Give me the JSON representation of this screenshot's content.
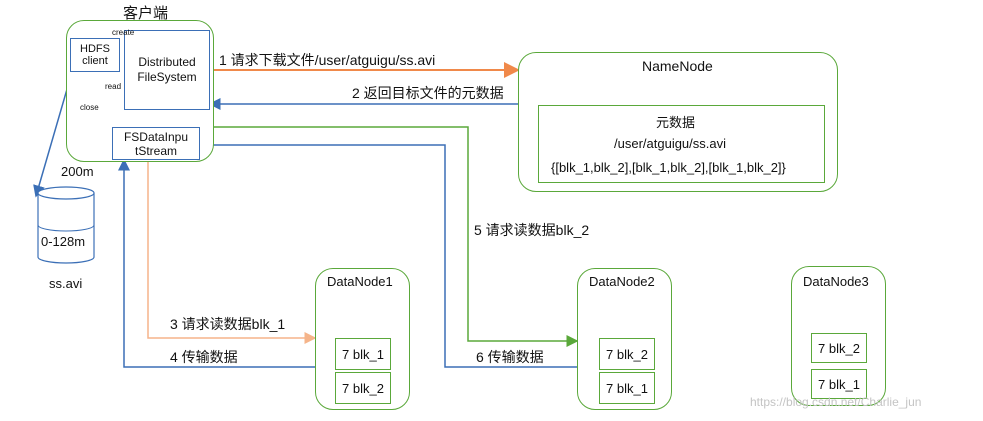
{
  "client": {
    "title": "客户端",
    "hdfs_client": "HDFS\nclient",
    "distributed_fs": "Distributed\nFileSystem",
    "fs_input_stream": "FSDataInpu\ntStream",
    "label_create": "create",
    "label_read": "read",
    "label_close": "close"
  },
  "file": {
    "size": "200m",
    "range": "0-128m",
    "name": "ss.avi"
  },
  "namenode": {
    "title": "NameNode",
    "meta_title": "元数据",
    "meta_path": "/user/atguigu/ss.avi",
    "meta_blocks": "{[blk_1,blk_2],[blk_1,blk_2],[blk_1,blk_2]}"
  },
  "datanodes": [
    {
      "title": "DataNode1",
      "blocks": [
        "7 blk_1",
        "7 blk_2"
      ]
    },
    {
      "title": "DataNode2",
      "blocks": [
        "7 blk_2",
        "7 blk_1"
      ]
    },
    {
      "title": "DataNode3",
      "blocks": [
        "7 blk_2",
        "7 blk_1"
      ]
    }
  ],
  "steps": {
    "s1": "1 请求下载文件/user/atguigu/ss.avi",
    "s2": "2 返回目标文件的元数据",
    "s3": "3 请求读数据blk_1",
    "s4": "4 传输数据",
    "s5": "5 请求读数据blk_2",
    "s6": "6 传输数据"
  },
  "watermark": "https://blog.csdn.net/Charlie_jun",
  "colors": {
    "orange": "#f0894a",
    "blue": "#3b6fb6",
    "green": "#5aa83a",
    "light_orange": "#f5b48a"
  }
}
